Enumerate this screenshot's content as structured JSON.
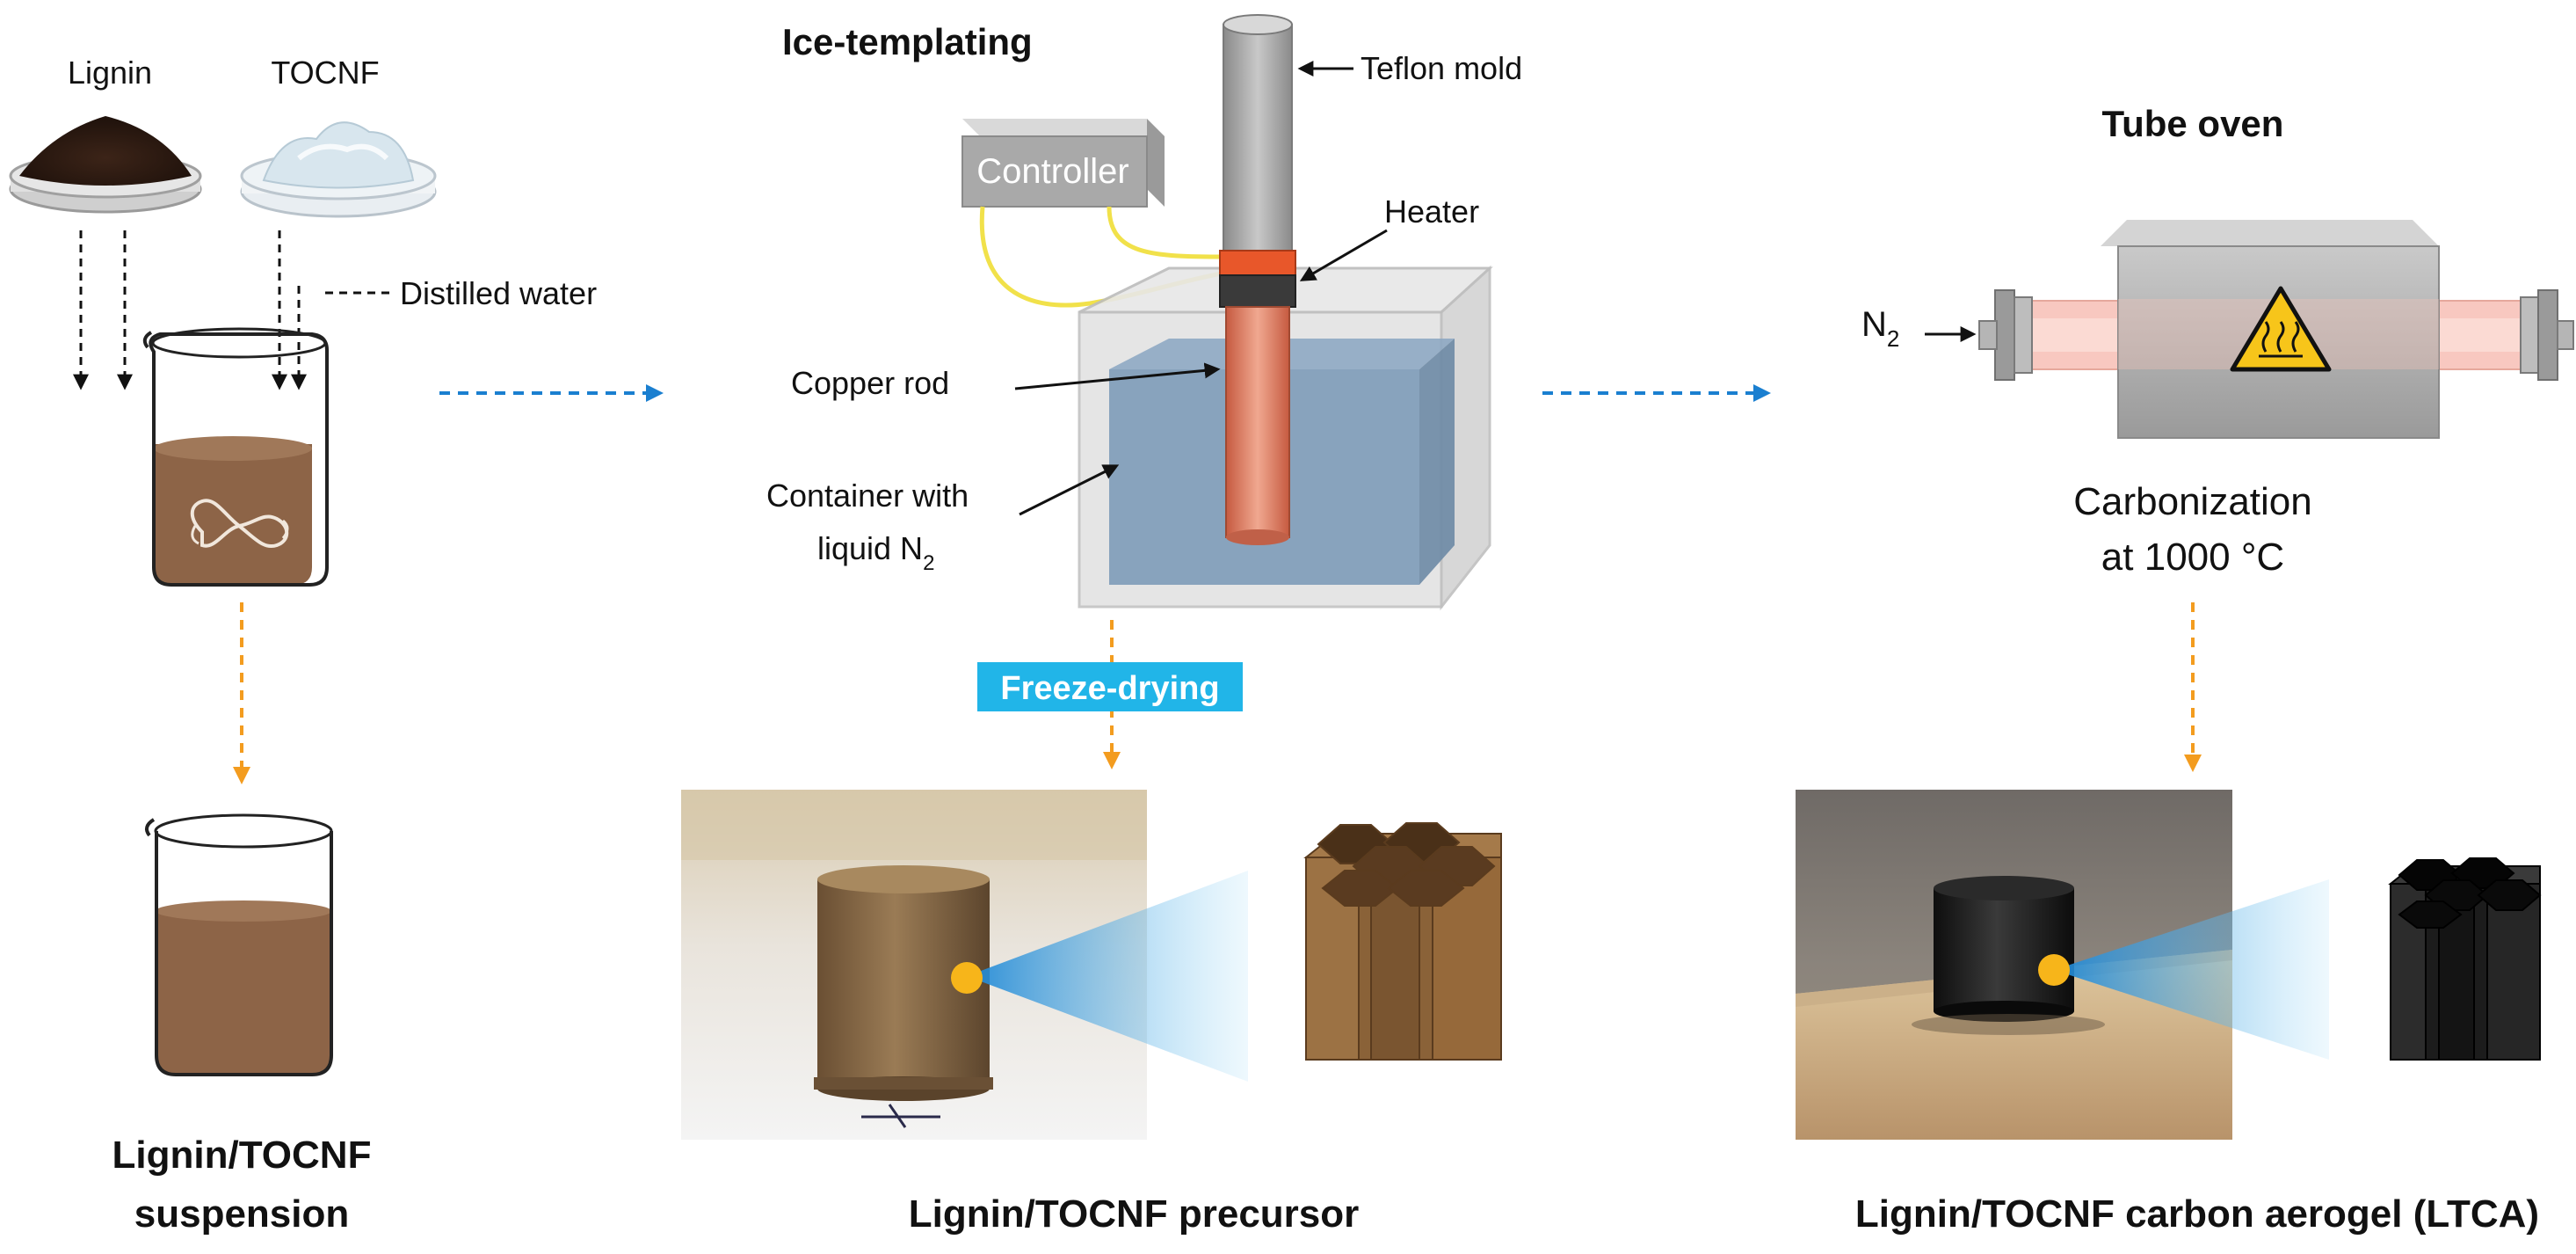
{
  "labels": {
    "lignin": "Lignin",
    "tocnf": "TOCNF",
    "distilled_water": "Distilled water",
    "suspension_line1": "Lignin/TOCNF",
    "suspension_line2": "suspension",
    "ice_templating": "Ice-templating",
    "teflon_mold": "Teflon mold",
    "controller": "Controller",
    "heater": "Heater",
    "copper_rod": "Copper rod",
    "container_line1": "Container with",
    "container_line2": "liquid N",
    "container_sub": "2",
    "freeze_drying": "Freeze-drying",
    "precursor": "Lignin/TOCNF precursor",
    "tube_oven": "Tube oven",
    "n2": "N",
    "n2_sub": "2",
    "carbonization_line1": "Carbonization",
    "carbonization_line2": "at 1000 °C",
    "aerogel": "Lignin/TOCNF carbon aerogel (LTCA)"
  },
  "colors": {
    "blue_arrow": "#1a7fd0",
    "orange_arrow": "#f39c1f",
    "freeze_badge": "#21b5e8",
    "suspension_brown": "#8d6447",
    "precursor_brown": "#8a6238",
    "aerogel_black": "#1c1c1c",
    "liquid_n2": "#7d9bb8",
    "heater_orange": "#e8572a",
    "warning_yellow": "#f7c51a"
  }
}
